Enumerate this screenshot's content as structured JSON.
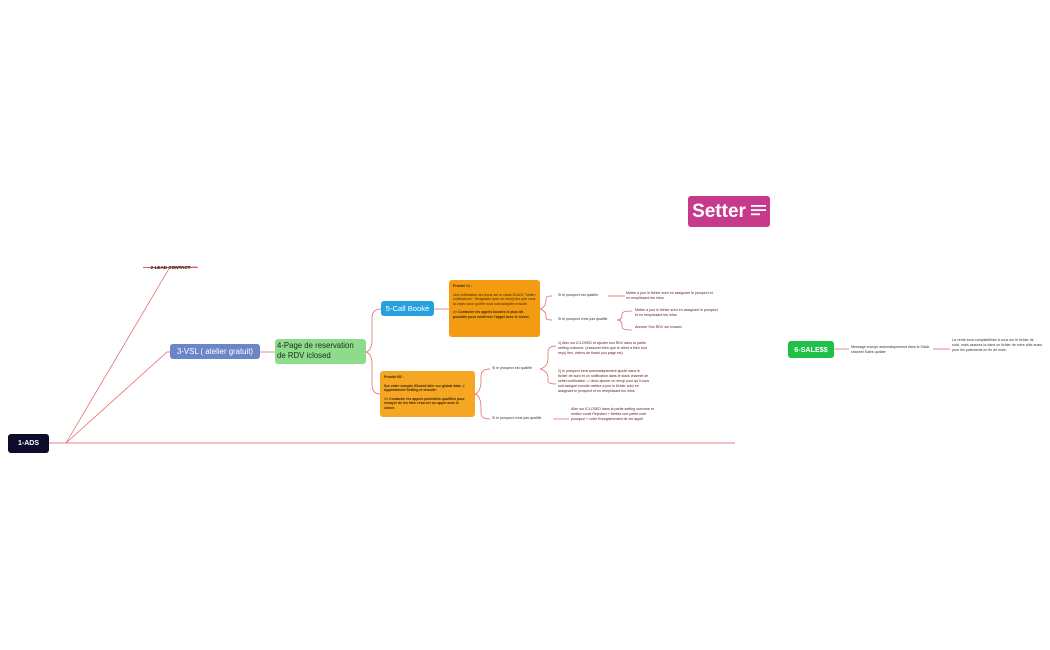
{
  "title": {
    "label": "Setter",
    "color": "#c73a8b",
    "icon": "menu-lines-icon"
  },
  "nodes": {
    "ads": {
      "label": "1-ADS",
      "color": "#0c0b2b"
    },
    "lead_contact": {
      "label": "2-LEAD CONTACT",
      "underline_color": "#e35d5d"
    },
    "vsl": {
      "label": "3-VSL ( atelier gratuit)",
      "color": "#6a86c9"
    },
    "reservation": {
      "label": "4-Page de reservation de RDV iclosed",
      "color": "#8edc8b"
    },
    "call_booke": {
      "label": "5-Call Booké",
      "color": "#25a1e0"
    },
    "sales": {
      "label": "6-SALE$$",
      "color": "#1ec048"
    }
  },
  "priority1": {
    "title": "Priorité #1 :",
    "body": "Une notification est reçue sur le canal SLACK \"setter-notifications\". Réagissez avec un emoji dès que vous la voyez pour qu'elle vous soit assignée ensuite.",
    "action": ">> Contacter les appels bookés le plus tôt possible pour confirmer l'appel avec le closer.",
    "color": "#f39c12"
  },
  "priority2": {
    "title": "Priorité B2 :",
    "body": "Sur votre compte iClosed aller sur global data -> Appointment Setting et ensuite:",
    "action": ">> Contacter les appels potentiels qualifiés pour essayer de les faire réserver un appel avec le closer.",
    "color": "#f5a623"
  },
  "booked_branches": {
    "qualified": "Si le prospect est qualifié",
    "qualified_action": "Mettre a jour le fichier suivi en assignant le prospect et en remplissant les infos.",
    "not_qualified": "Si le prospect n'est pas qualifié",
    "not_qualified_action1": "Mettre a jour le fichier suivi en assignant le prospect et en remplissant les infos.",
    "not_qualified_action2": "Annuler Son RDV sur iclosed"
  },
  "potential_branches": {
    "qualified": "Si le prospect est qualifié",
    "qualified_action1": "1) Aller sur ICLOSED et ajouter son RDV dans la partie setting outcome. (s'assurer bien que le client a bien tout reçu( lien, videos de thank you page etc)",
    "qualified_action2": "2) le prospect sera automatiquement ajouté dans le fichier de suivi et un notification dans le slack channel de setter-notification -> donc ajouter un emoji pour qu'il vous soit assigné ensuite mettez a jour le fichier suivi en assignant le prospect et en remplissant les infos",
    "not_qualified": "Si le prospect n'est pas qualifié",
    "not_qualified_action": "Aller sur ICLOSED dans la partie setting outcome et mettez conie Rejected + Mettez une petite note pourquoi + votre Enregistrement de cet appel"
  },
  "sales_branches": {
    "message": "Message envoyé automatiquement dans le Slack channel Sales update",
    "accounting": "La vente sera comptabilisée à vous sur le fichier de suivi, mais assurez-la dans un fichier de votre côté aussi pour les paiements en fin de mois."
  },
  "colors": {
    "connector": "#e35d5d",
    "node_text_light": "#ffffff",
    "node_text_dark": "#1b2a1b"
  }
}
